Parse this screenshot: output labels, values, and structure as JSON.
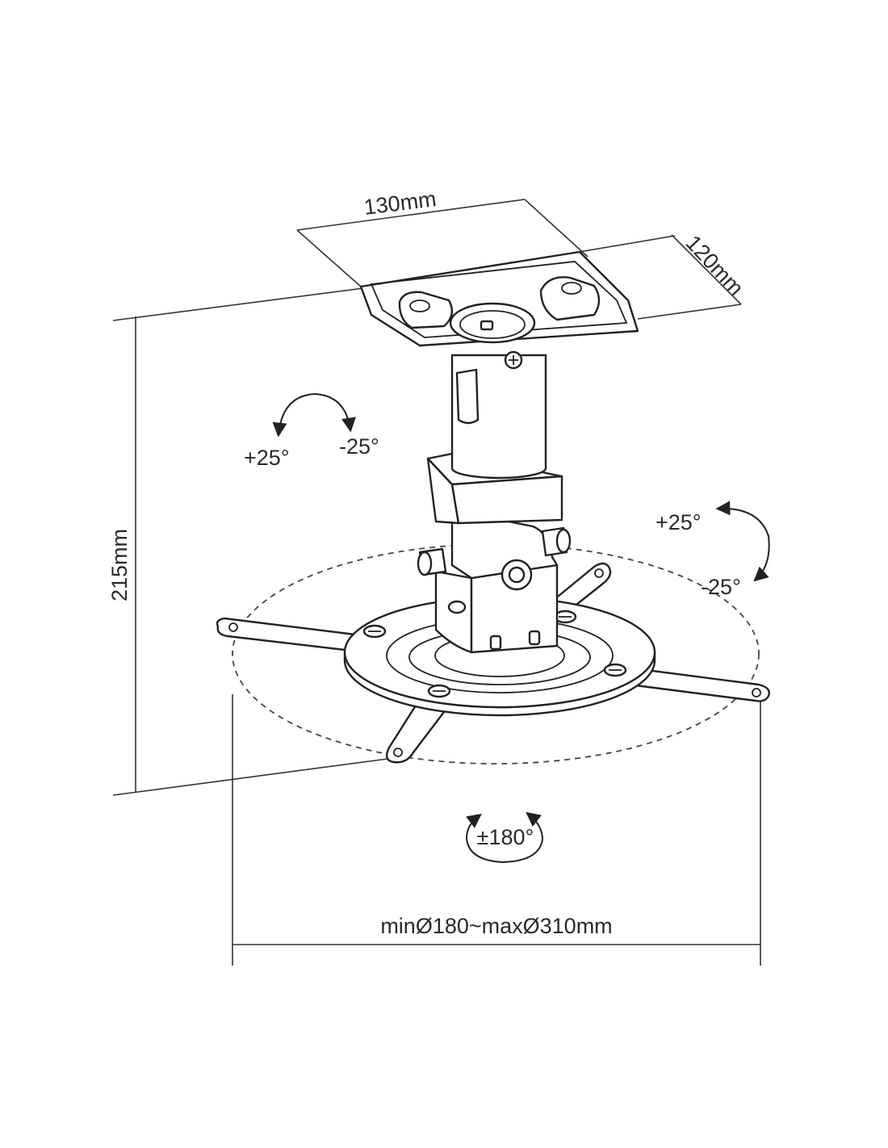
{
  "dimensions": {
    "width_label": "130mm",
    "depth_label": "120mm",
    "height_label": "215mm",
    "span_label": "minØ180~maxØ310mm"
  },
  "rotation": {
    "tilt_left_plus": "+25°",
    "tilt_left_minus": "-25°",
    "tilt_right_plus": "+25°",
    "tilt_right_minus": "-25°",
    "swivel": "±180°"
  },
  "colors": {
    "line": "#222222",
    "background": "#ffffff"
  }
}
